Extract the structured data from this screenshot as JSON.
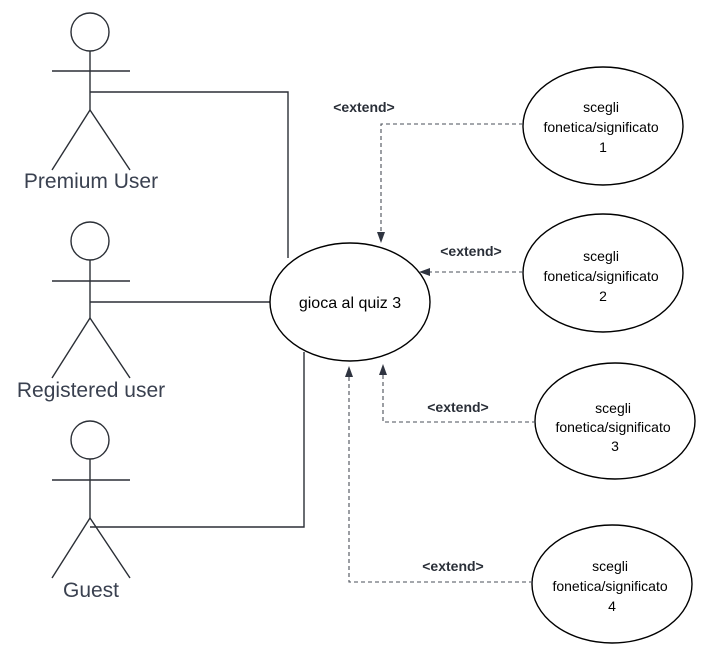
{
  "actors": [
    {
      "id": "premium",
      "label": "Premium User"
    },
    {
      "id": "registered",
      "label": "Registered user"
    },
    {
      "id": "guest",
      "label": "Guest"
    }
  ],
  "main_use_case": {
    "label": "gioca al quiz 3"
  },
  "extensions": [
    {
      "lines": [
        "scegli",
        "fonetica/significato",
        "1"
      ],
      "relation": "<extend>"
    },
    {
      "lines": [
        "scegli",
        "fonetica/significato",
        "2"
      ],
      "relation": "<extend>"
    },
    {
      "lines": [
        "scegli",
        "fonetica/significato",
        "3"
      ],
      "relation": "<extend>"
    },
    {
      "lines": [
        "scegli",
        "fonetica/significato",
        "4"
      ],
      "relation": "<extend>"
    }
  ]
}
